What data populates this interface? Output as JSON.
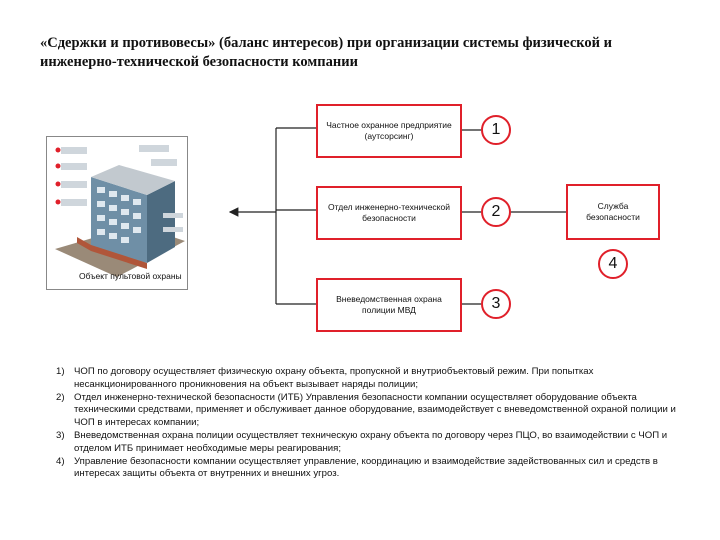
{
  "title": "«Сдержки и противовесы» (баланс интересов) при организации системы физической и инженерно-технической безопасности компании",
  "colors": {
    "accent": "#e0202a",
    "line": "#222222"
  },
  "building": {
    "caption": "Объект пультовой охраны",
    "icon": "building-illustration-icon"
  },
  "boxes": [
    {
      "label": "Частное охранное предприятие (аутсорсинг)",
      "number": "1"
    },
    {
      "label": "Отдел инженерно-технической безопасности",
      "number": "2"
    },
    {
      "label": "Вневедомственная охрана полиции МВД",
      "number": "3"
    }
  ],
  "security": {
    "label": "Служба безопасности",
    "number": "4"
  },
  "notes": [
    {
      "num": "1)",
      "text": "ЧОП по договору осуществляет физическую охрану объекта, пропускной и внутриобъектовый режим. При попытках несанкционированного проникновения на объект вызывает наряды полиции;"
    },
    {
      "num": "2)",
      "text": "Отдел инженерно-технической безопасности (ИТБ) Управления безопасности компании осуществляет оборудование объекта техническими средствами, применяет и обслуживает данное оборудование, взаимодействует с вневедомственной охраной полиции и ЧОП в интересах компании;"
    },
    {
      "num": "3)",
      "text": "Вневедомственная охрана полиции осуществляет техническую охрану объекта по договору через ПЦО, во взаимодействии с ЧОП и отделом ИТБ принимает необходимые меры реагирования;"
    },
    {
      "num": "4)",
      "text": "Управление безопасности компании осуществляет управление, координацию и взаимодействие задействованных сил и средств в интересах защиты объекта от внутренних и внешних угроз."
    }
  ]
}
